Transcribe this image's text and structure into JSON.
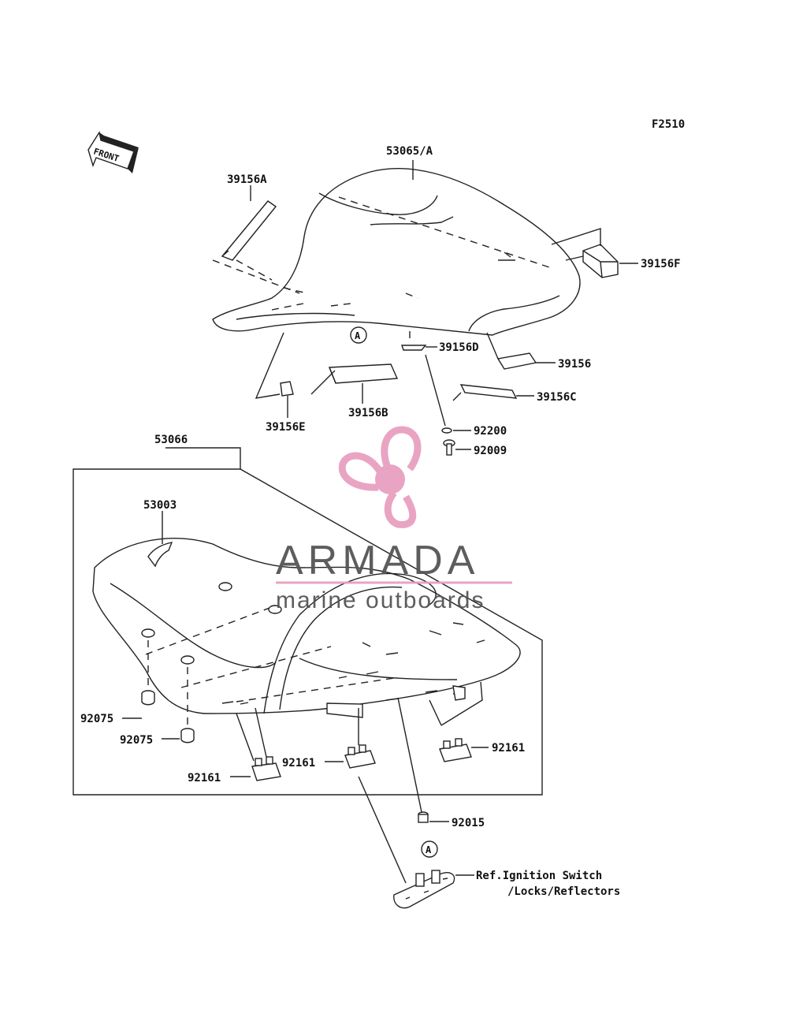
{
  "figure_code": "F2510",
  "front_arrow": {
    "label": "FRONT"
  },
  "ref_marker": "A",
  "labels": [
    {
      "id": "cowl",
      "text": "53065/A"
    },
    {
      "id": "pad-a",
      "text": "39156A"
    },
    {
      "id": "pad-f",
      "text": "39156F"
    },
    {
      "id": "pad-d",
      "text": "39156D"
    },
    {
      "id": "pad",
      "text": "39156"
    },
    {
      "id": "pad-c",
      "text": "39156C"
    },
    {
      "id": "pad-b",
      "text": "39156B"
    },
    {
      "id": "pad-e",
      "text": "39156E"
    },
    {
      "id": "washer",
      "text": "92200"
    },
    {
      "id": "bolt",
      "text": "92009"
    },
    {
      "id": "seat",
      "text": "53066"
    },
    {
      "id": "strap",
      "text": "53003"
    },
    {
      "id": "damper-1",
      "text": "92075"
    },
    {
      "id": "damper-2",
      "text": "92075"
    },
    {
      "id": "stopper-1",
      "text": "92161"
    },
    {
      "id": "stopper-2",
      "text": "92161"
    },
    {
      "id": "stopper-3",
      "text": "92161"
    },
    {
      "id": "collar",
      "text": "92015"
    },
    {
      "id": "ref-1",
      "text": "Ref.Ignition Switch"
    },
    {
      "id": "ref-2",
      "text": "/Locks/Reflectors"
    }
  ],
  "watermark": {
    "brand": "ARMADA",
    "tagline": "marine outboards",
    "accent_color": "#e8a0c0",
    "text_color": "#555555"
  }
}
